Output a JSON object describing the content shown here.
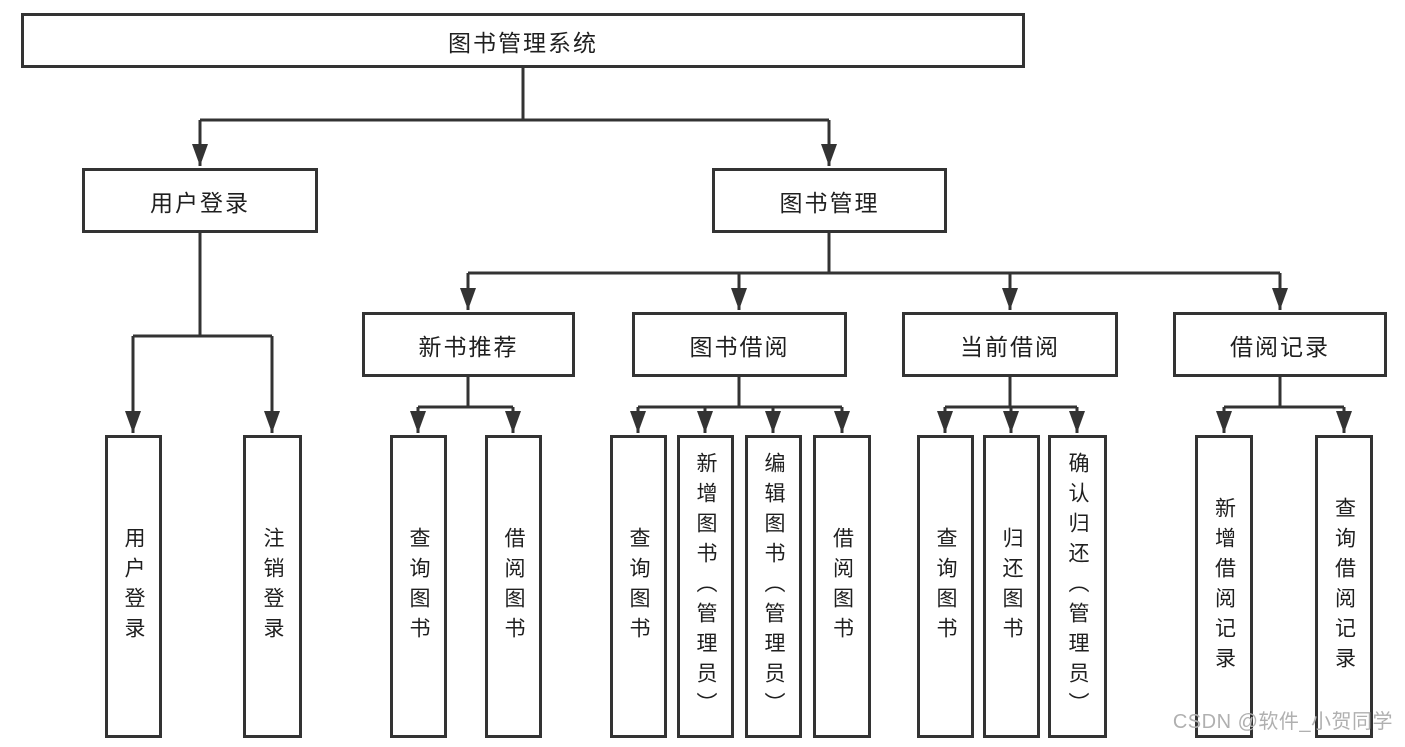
{
  "diagram": {
    "nodes": {
      "root": "图书管理系统",
      "user_login": "用户登录",
      "book_management": "图书管理",
      "new_books": "新书推荐",
      "book_borrow": "图书借阅",
      "current_borrow": "当前借阅",
      "borrow_records": "借阅记录"
    },
    "leaves": {
      "user_login": [
        "用户登录",
        "注销登录"
      ],
      "new_books": [
        "查询图书",
        "借阅图书"
      ],
      "book_borrow": [
        "查询图书",
        "新增图书（管理员）",
        "编辑图书（管理员）",
        "借阅图书"
      ],
      "current_borrow": [
        "查询图书",
        "归还图书",
        "确认归还（管理员）"
      ],
      "borrow_records": [
        "新增借阅记录",
        "查询借阅记录"
      ]
    },
    "watermark": "CSDN @软件_小贺同学"
  },
  "colors": {
    "line": "#333333",
    "text": "#1f1f1f",
    "node_fill": "#ffffff",
    "watermark": "#b0b0b0",
    "background": "#ffffff"
  }
}
